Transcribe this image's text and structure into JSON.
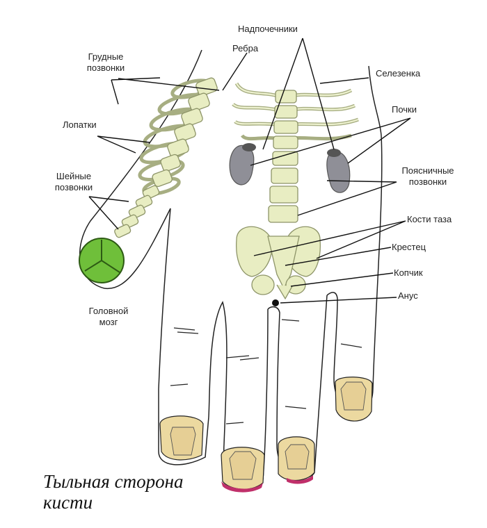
{
  "labels": {
    "adrenals": "Надпочечники",
    "ribs": "Ребра",
    "thoracic": [
      "Грудные",
      "позвонки"
    ],
    "spleen": "Селезенка",
    "scapulae": "Лопатки",
    "kidneys": "Почки",
    "cervical": [
      "Шейные",
      "позвонки"
    ],
    "lumbar": [
      "Поясничные",
      "позвонки"
    ],
    "pelvis": "Кости таза",
    "sacrum": "Крестец",
    "coccyx": "Копчик",
    "anus": "Анус",
    "brain": [
      "Головной",
      "мозг"
    ]
  },
  "caption": [
    "Тыльная сторона",
    "кисти"
  ],
  "colors": {
    "bone": "#e8edc2",
    "brain": "#6fbf3a",
    "organ": "#8f8f97",
    "fingertip": "#ecd9a0",
    "nail_tip": "#c0306a"
  }
}
